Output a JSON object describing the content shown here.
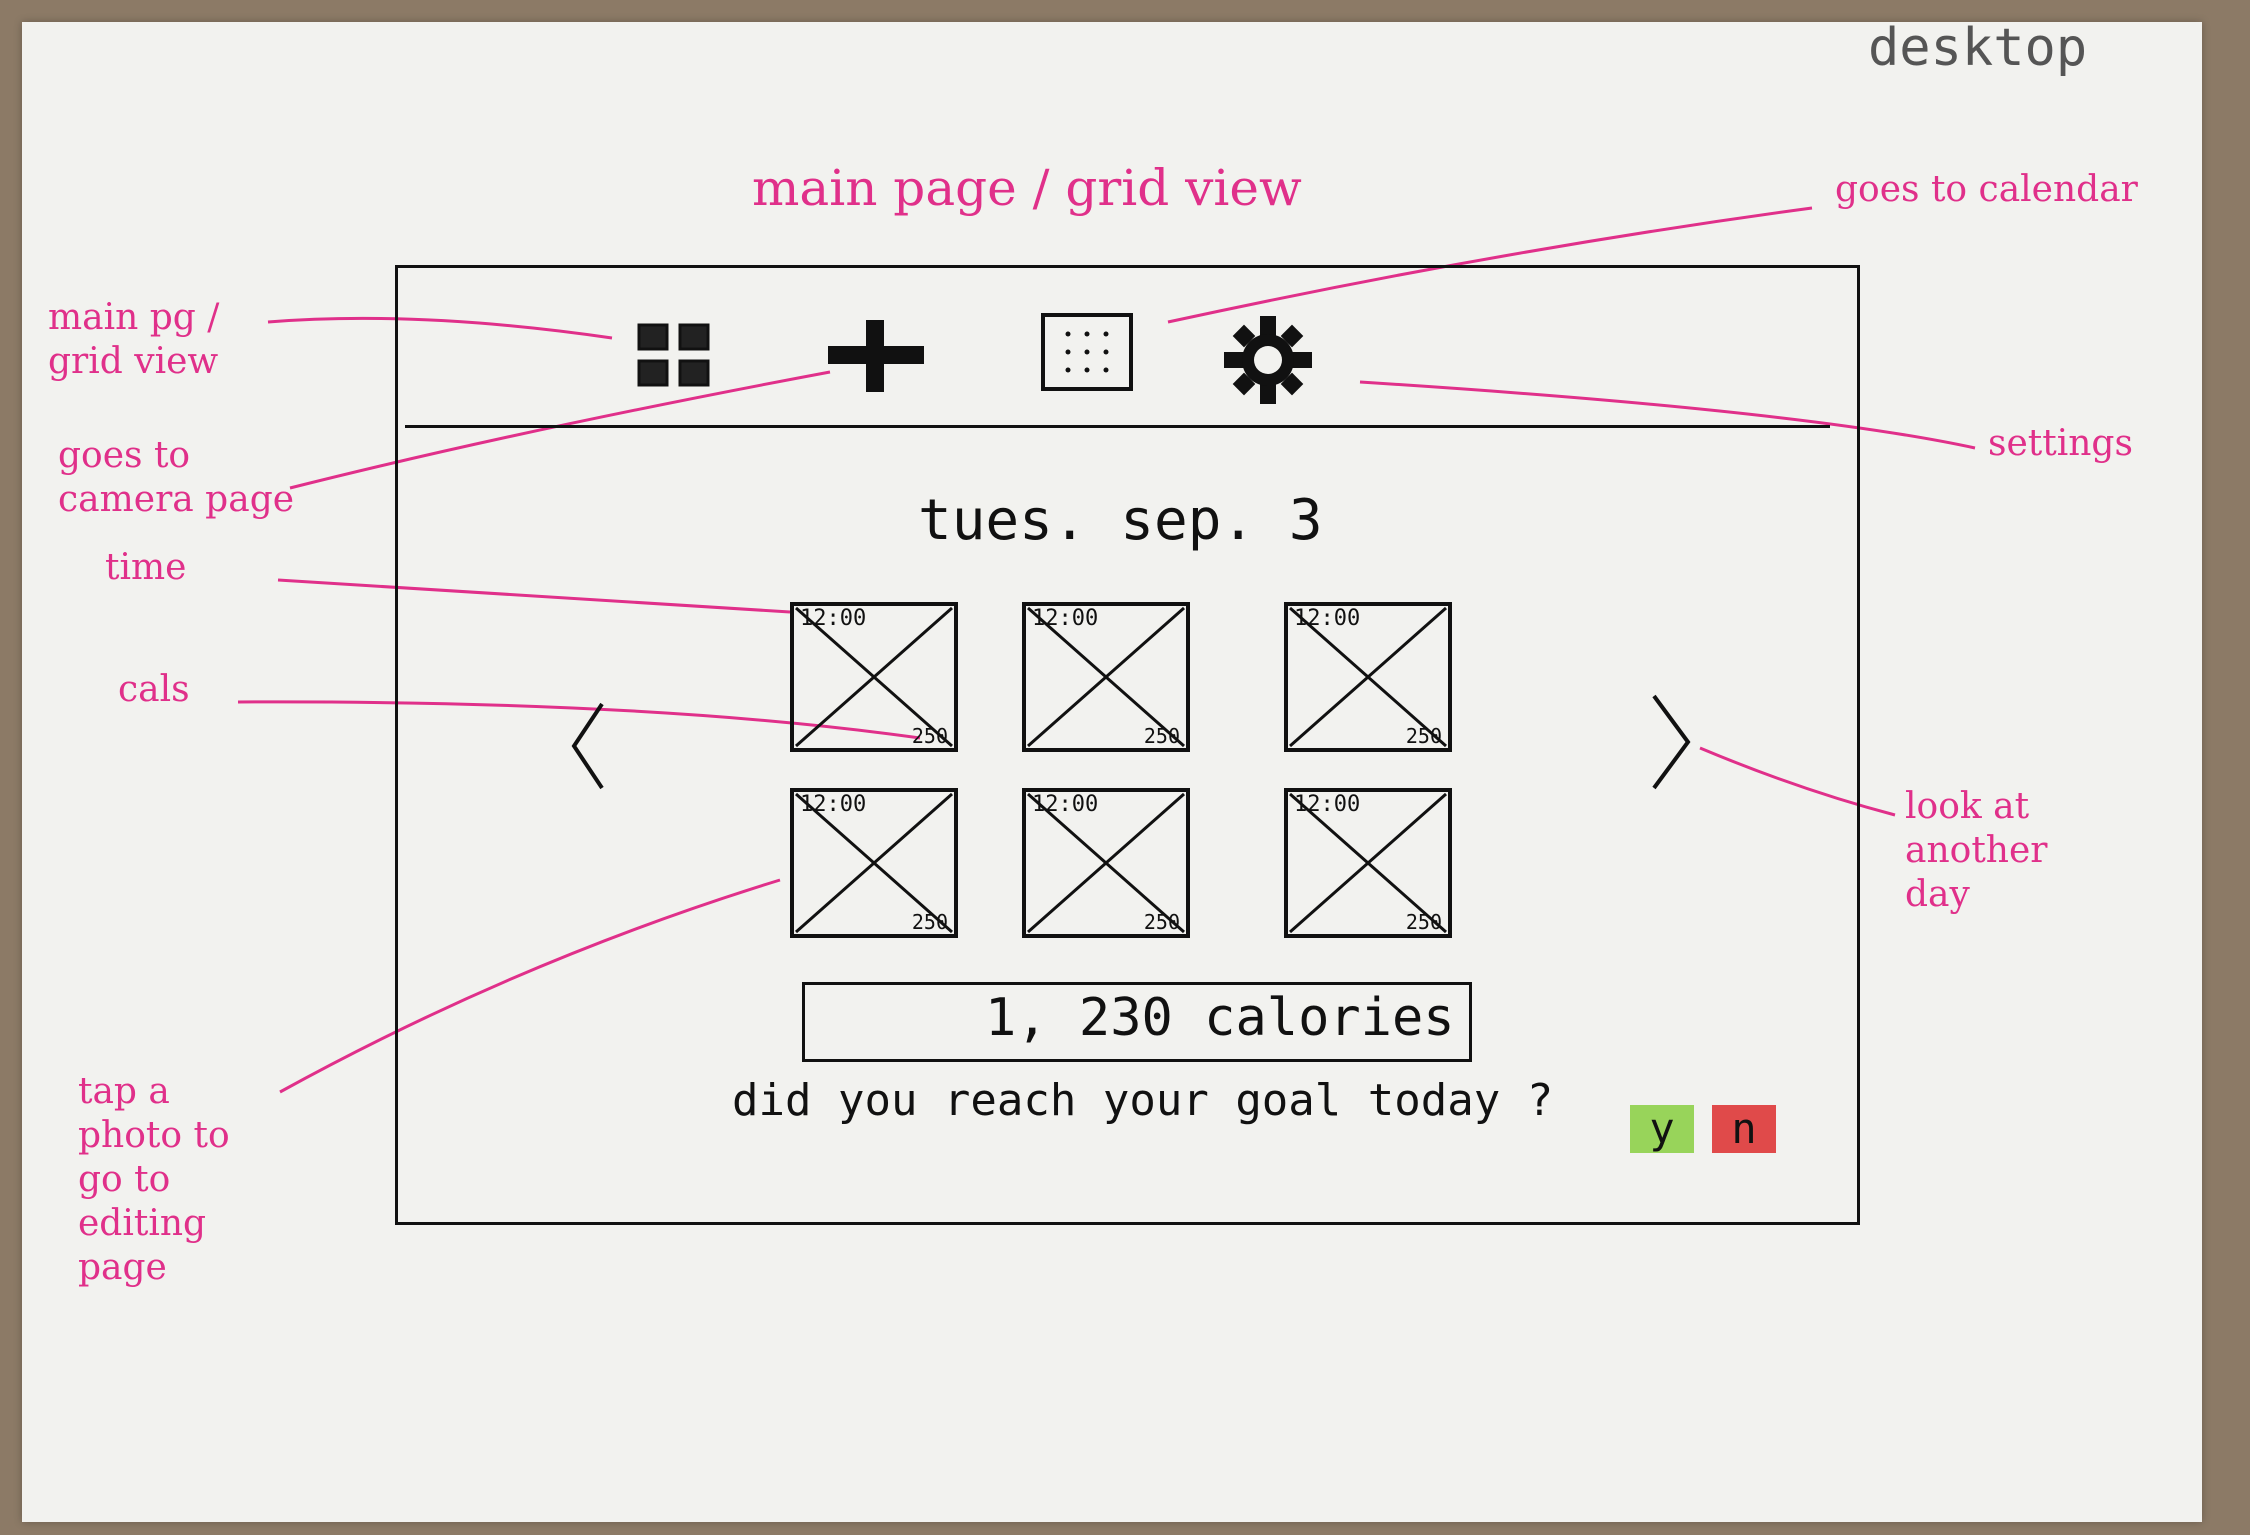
{
  "device_label": "desktop",
  "page_title": "main page / grid view",
  "date": "tues. sep. 3",
  "toolbar": [
    {
      "id": "grid",
      "icon": "grid-view-icon"
    },
    {
      "id": "camera",
      "icon": "plus-icon"
    },
    {
      "id": "calendar",
      "icon": "calendar-icon"
    },
    {
      "id": "settings",
      "icon": "gear-icon"
    }
  ],
  "photos": [
    {
      "time": "12:00",
      "cals": "250"
    },
    {
      "time": "12:00",
      "cals": "250"
    },
    {
      "time": "12:00",
      "cals": "250"
    },
    {
      "time": "12:00",
      "cals": "250"
    },
    {
      "time": "12:00",
      "cals": "250"
    },
    {
      "time": "12:00",
      "cals": "250"
    }
  ],
  "calorie_total": "1, 230 calories",
  "goal_question": "did you reach your goal today ?",
  "answers": {
    "yes": "y",
    "no": "n"
  },
  "colors": {
    "annotation": "#e0308a",
    "yes": "#98d45a",
    "no": "#e04a4a"
  },
  "annotations": {
    "main_grid": "main pg / grid view",
    "camera": "goes to camera page",
    "time": "time",
    "cals": "cals",
    "tap_photo": "tap a photo to go to editing page",
    "calendar": "goes to calendar",
    "settings": "settings",
    "another_day": "look at another day"
  }
}
